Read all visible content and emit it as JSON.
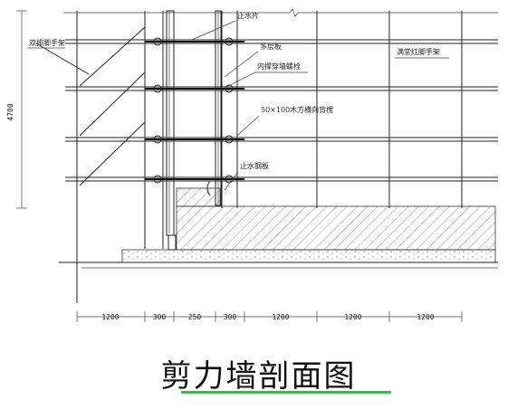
{
  "title": "剪力墙剖面图",
  "labels": {
    "double_row_scaffold": "双排脚手架",
    "stop_water_plate": "止水片",
    "multilayer_board": "多层板",
    "wall_bolt": "内撑穿墙螺栓",
    "timber": "50×100木方横向背楞",
    "steel_plate": "止水钢板",
    "full_support": "满堂红脚手架"
  },
  "height_dim": "4700",
  "dimensions": [
    "1200",
    "300",
    "250",
    "300",
    "1200",
    "1200",
    "1200"
  ],
  "colors": {
    "line": "#222222",
    "underline": "#4caf50"
  }
}
